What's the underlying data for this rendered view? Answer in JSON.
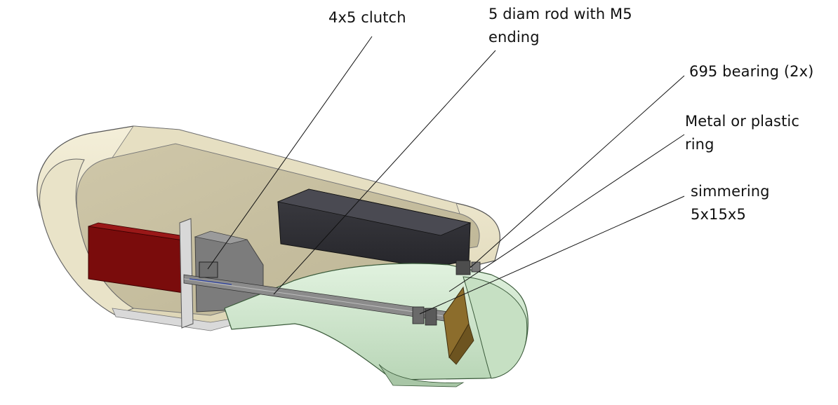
{
  "callouts": {
    "clutch": {
      "lines": [
        "4x5 clutch"
      ]
    },
    "rod": {
      "lines": [
        "5 diam rod with M5",
        "ending"
      ]
    },
    "bearing": {
      "lines": [
        "695 bearing (2x)"
      ]
    },
    "ring": {
      "lines": [
        "Metal or plastic",
        "ring"
      ]
    },
    "seal": {
      "lines": [
        "simmering",
        "5x15x5"
      ]
    }
  },
  "colors": {
    "housing": "#efe9cf",
    "housing_inner": "#cfc7a8",
    "nozzle": "#d3ead1",
    "motor": "#35353b",
    "battery": "#7a0c0c",
    "shaft": "#8b8b8b",
    "impeller": "#8c6d2c",
    "leader_line": "#111111"
  }
}
